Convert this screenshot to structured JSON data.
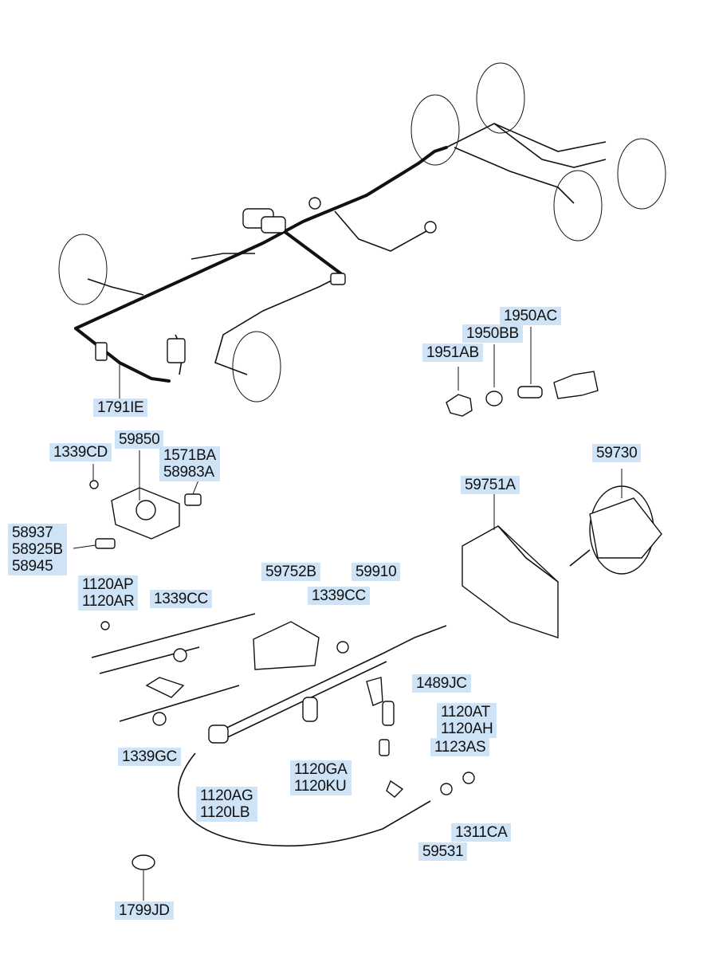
{
  "labels": [
    {
      "id": "17911E",
      "lines": [
        "1791IE"
      ]
    },
    {
      "id": "1951AB",
      "lines": [
        "1951AB"
      ]
    },
    {
      "id": "1950BB",
      "lines": [
        "1950BB"
      ]
    },
    {
      "id": "1950AC",
      "lines": [
        "1950AC"
      ]
    },
    {
      "id": "1339CD",
      "lines": [
        "1339CD"
      ]
    },
    {
      "id": "59850",
      "lines": [
        "59850"
      ]
    },
    {
      "id": "1571BA",
      "lines": [
        "1571BA",
        "58983A"
      ]
    },
    {
      "id": "58937",
      "lines": [
        "58937",
        "58925B",
        "58945"
      ]
    },
    {
      "id": "59730",
      "lines": [
        "59730"
      ]
    },
    {
      "id": "59751A",
      "lines": [
        "59751A"
      ]
    },
    {
      "id": "1120AP",
      "lines": [
        "1120AP",
        "1120AR"
      ]
    },
    {
      "id": "1339CC_left",
      "lines": [
        "1339CC"
      ]
    },
    {
      "id": "59752B",
      "lines": [
        "59752B"
      ]
    },
    {
      "id": "59910",
      "lines": [
        "59910"
      ]
    },
    {
      "id": "1339CC_mid",
      "lines": [
        "1339CC"
      ]
    },
    {
      "id": "1489JC",
      "lines": [
        "1489JC"
      ]
    },
    {
      "id": "1120AT",
      "lines": [
        "1120AT",
        "1120AH"
      ]
    },
    {
      "id": "1123AS",
      "lines": [
        "1123AS"
      ]
    },
    {
      "id": "1339GC",
      "lines": [
        "1339GC"
      ]
    },
    {
      "id": "1120GA",
      "lines": [
        "1120GA",
        "1120KU"
      ]
    },
    {
      "id": "1120AG",
      "lines": [
        "1120AG",
        "1120LB"
      ]
    },
    {
      "id": "1311CA",
      "lines": [
        "1311CA"
      ]
    },
    {
      "id": "59531",
      "lines": [
        "59531"
      ]
    },
    {
      "id": "1799JD",
      "lines": [
        "1799JD"
      ]
    }
  ]
}
